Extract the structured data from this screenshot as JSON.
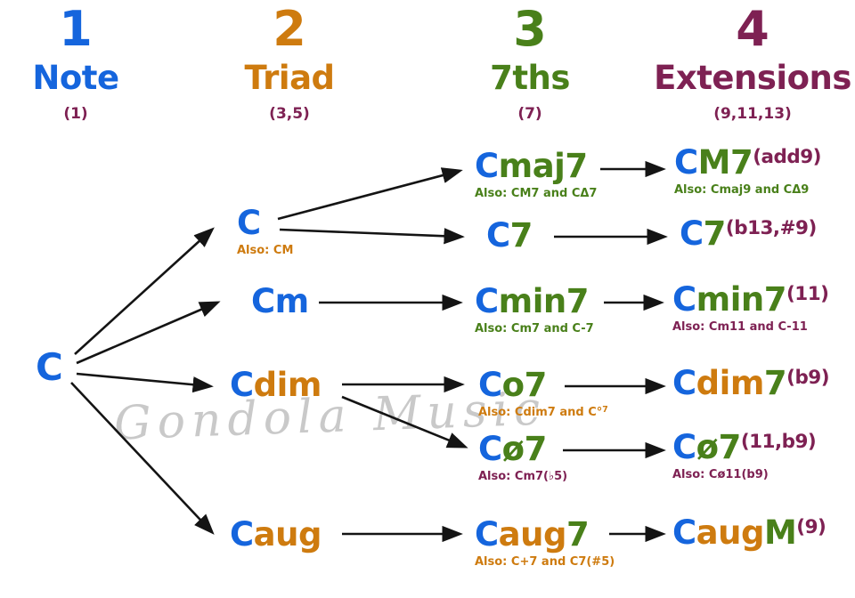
{
  "watermark": "Gondola Music",
  "colors": {
    "blue": "#1565dd",
    "orange": "#ce7b0f",
    "green": "#49801a",
    "maroon": "#7e2153"
  },
  "header": {
    "columns": [
      {
        "number": "1",
        "label": "Note",
        "sub": "(1)",
        "color": "blue"
      },
      {
        "number": "2",
        "label": "Triad",
        "sub": "(3,5)",
        "color": "orange"
      },
      {
        "number": "3",
        "label": "7ths",
        "sub": "(7)",
        "color": "green"
      },
      {
        "number": "4",
        "label": "Extensions",
        "sub": "(9,11,13)",
        "color": "maroon"
      }
    ]
  },
  "nodes": [
    {
      "id": "note-c",
      "parts": [
        {
          "t": "C",
          "c": "blue"
        }
      ]
    },
    {
      "id": "triad-major",
      "parts": [
        {
          "t": "C",
          "c": "blue"
        }
      ],
      "also": [
        {
          "t": "Also: CM",
          "c": "orange"
        }
      ]
    },
    {
      "id": "triad-minor",
      "parts": [
        {
          "t": "C",
          "c": "blue"
        },
        {
          "t": "m",
          "c": "blue"
        }
      ]
    },
    {
      "id": "triad-diminished",
      "parts": [
        {
          "t": "C",
          "c": "blue"
        },
        {
          "t": "dim",
          "c": "orange"
        }
      ]
    },
    {
      "id": "triad-augmented",
      "parts": [
        {
          "t": "C",
          "c": "blue"
        },
        {
          "t": "aug",
          "c": "orange"
        }
      ]
    },
    {
      "id": "seventh-major",
      "parts": [
        {
          "t": "C",
          "c": "blue"
        },
        {
          "t": "maj7",
          "c": "green"
        }
      ],
      "also": [
        {
          "t": "Also: CM7 and CΔ7",
          "c": "green"
        }
      ]
    },
    {
      "id": "seventh-dominant",
      "parts": [
        {
          "t": "C",
          "c": "blue"
        },
        {
          "t": "7",
          "c": "green"
        }
      ]
    },
    {
      "id": "seventh-minor",
      "parts": [
        {
          "t": "C",
          "c": "blue"
        },
        {
          "t": "min7",
          "c": "green"
        }
      ],
      "also": [
        {
          "t": "Also: Cm7 and C-7",
          "c": "green"
        }
      ]
    },
    {
      "id": "seventh-diminished",
      "parts": [
        {
          "t": "C",
          "c": "blue"
        },
        {
          "t": "o7",
          "c": "green"
        }
      ],
      "also": [
        {
          "t": "Also: Cdim7 and C°",
          "c": "orange"
        },
        {
          "t": "7",
          "c": "orange",
          "sup": true
        }
      ]
    },
    {
      "id": "seventh-half-diminished",
      "parts": [
        {
          "t": "C",
          "c": "blue"
        },
        {
          "t": "ø7",
          "c": "green"
        }
      ],
      "also": [
        {
          "t": "Also: Cm7(♭5)",
          "c": "maroon"
        }
      ]
    },
    {
      "id": "seventh-augmented",
      "parts": [
        {
          "t": "C",
          "c": "blue"
        },
        {
          "t": "aug",
          "c": "orange"
        },
        {
          "t": "7",
          "c": "green"
        }
      ],
      "also": [
        {
          "t": "Also: C+7 and C7(#5)",
          "c": "orange"
        }
      ]
    },
    {
      "id": "ext-major",
      "parts": [
        {
          "t": "C",
          "c": "blue"
        },
        {
          "t": "M7",
          "c": "green"
        },
        {
          "t": "(add9)",
          "c": "maroon",
          "sup": true
        }
      ],
      "also": [
        {
          "t": "Also: Cmaj9 and CΔ9",
          "c": "green"
        }
      ]
    },
    {
      "id": "ext-dominant",
      "parts": [
        {
          "t": "C",
          "c": "blue"
        },
        {
          "t": "7",
          "c": "green"
        },
        {
          "t": "(b13,#9)",
          "c": "maroon",
          "sup": true
        }
      ]
    },
    {
      "id": "ext-minor",
      "parts": [
        {
          "t": "C",
          "c": "blue"
        },
        {
          "t": "min7",
          "c": "green"
        },
        {
          "t": "(11)",
          "c": "maroon",
          "sup": true
        }
      ],
      "also": [
        {
          "t": "Also: Cm11 and C-11",
          "c": "maroon"
        }
      ]
    },
    {
      "id": "ext-diminished",
      "parts": [
        {
          "t": "C",
          "c": "blue"
        },
        {
          "t": "dim",
          "c": "orange"
        },
        {
          "t": "7",
          "c": "green"
        },
        {
          "t": "(b9)",
          "c": "maroon",
          "sup": true
        }
      ]
    },
    {
      "id": "ext-half-diminished",
      "parts": [
        {
          "t": "C",
          "c": "blue"
        },
        {
          "t": "ø7",
          "c": "green"
        },
        {
          "t": "(11,b9)",
          "c": "maroon",
          "sup": true
        }
      ],
      "also": [
        {
          "t": "Also: Cø11(b9)",
          "c": "maroon"
        }
      ]
    },
    {
      "id": "ext-augmented",
      "parts": [
        {
          "t": "C",
          "c": "blue"
        },
        {
          "t": "aug",
          "c": "orange"
        },
        {
          "t": "M",
          "c": "green"
        },
        {
          "t": "(9)",
          "c": "maroon",
          "sup": true
        }
      ]
    }
  ]
}
